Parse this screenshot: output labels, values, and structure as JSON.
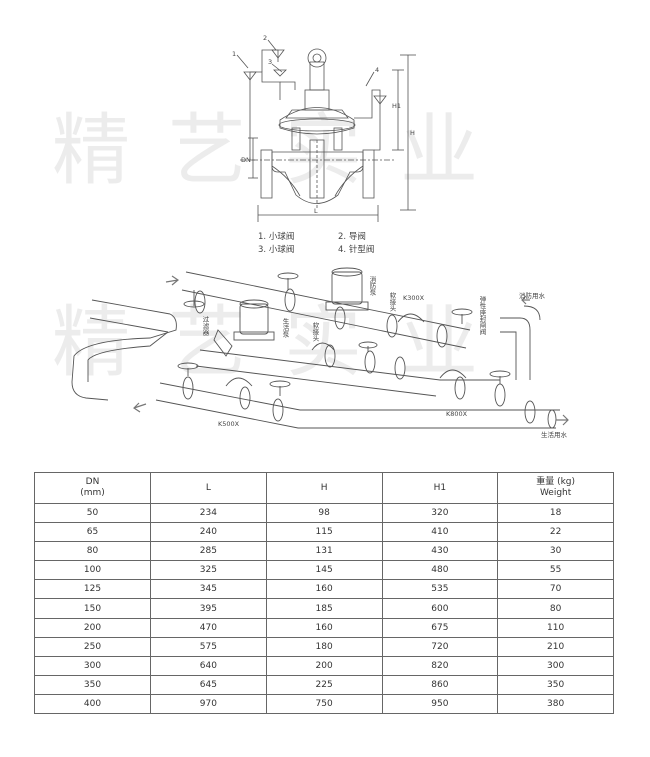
{
  "watermark": "精艺实业",
  "legend": [
    {
      "num": "1.",
      "text": "小球阀"
    },
    {
      "num": "2.",
      "text": "导阀"
    },
    {
      "num": "3.",
      "text": "小球阀"
    },
    {
      "num": "4.",
      "text": "针型阀"
    }
  ],
  "valve_callouts": {
    "c1": "1",
    "c2": "2",
    "c3": "3",
    "c4": "4",
    "dim_l": "L",
    "dim_h": "H",
    "dim_h1": "H1",
    "dim_dn": "DN"
  },
  "system_labels": {
    "filter": "过滤器",
    "domestic_pump": "生活泵",
    "fire_pump": "消防泵",
    "soft_joint_1": "软接头",
    "soft_joint_2": "软接头",
    "k300x": "K300X",
    "k500x": "K500X",
    "k800x": "K800X",
    "elastic_gate": "弹性座封闸阀",
    "fire_water": "消防用水",
    "domestic_water": "生活用水"
  },
  "table": {
    "headers": [
      "DN\n(mm)",
      "L",
      "H",
      "H1",
      "重量 (kg)\nWeight"
    ],
    "rows": [
      [
        "50",
        "234",
        "98",
        "320",
        "18"
      ],
      [
        "65",
        "240",
        "115",
        "410",
        "22"
      ],
      [
        "80",
        "285",
        "131",
        "430",
        "30"
      ],
      [
        "100",
        "325",
        "145",
        "480",
        "55"
      ],
      [
        "125",
        "345",
        "160",
        "535",
        "70"
      ],
      [
        "150",
        "395",
        "185",
        "600",
        "80"
      ],
      [
        "200",
        "470",
        "160",
        "675",
        "110"
      ],
      [
        "250",
        "575",
        "180",
        "720",
        "210"
      ],
      [
        "300",
        "640",
        "200",
        "820",
        "300"
      ],
      [
        "350",
        "645",
        "225",
        "860",
        "350"
      ],
      [
        "400",
        "970",
        "750",
        "950",
        "380"
      ]
    ]
  }
}
